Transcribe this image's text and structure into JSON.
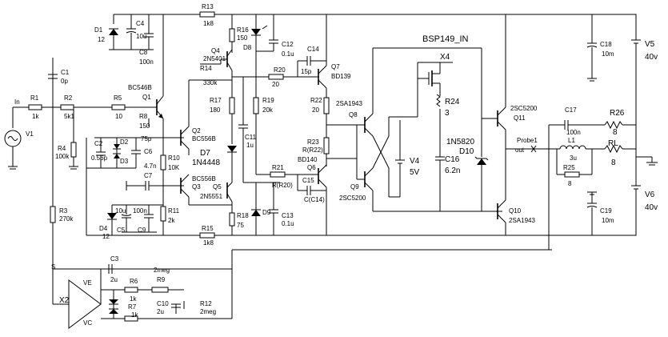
{
  "labels": {
    "in": "In",
    "v1": "V1",
    "r1": "R1",
    "r1v": "1k",
    "r2": "R2",
    "r2v": "5k1",
    "c1": "C1",
    "c1v": "0p",
    "r4": "R4",
    "r4v": "100k",
    "r3": "R3",
    "r3v": "270k",
    "r5": "R5",
    "r5v": "10",
    "q1": "Q1",
    "q1t": "BC546B",
    "d1": "D1",
    "d1v": "12",
    "c4": "C4",
    "c4v": "10u",
    "c8": "C8",
    "c8v": "100n",
    "r13": "R13",
    "r13v": "1k8",
    "r16": "R16",
    "r16v": "150",
    "d8": "D8",
    "c12": "C12",
    "c12v": "0.1u",
    "q4": "Q4",
    "q4t": "2N5401",
    "r14": "R14",
    "r14v": "330k",
    "r20": "R20",
    "r20v": "20",
    "c14": "C14",
    "c14v": "15p",
    "q7": "Q7",
    "q7t": "BD139",
    "r22": "R22",
    "r22v": "20",
    "r17": "R17",
    "r17v": "180",
    "r19": "R19",
    "r19v": "20k",
    "c11": "C11",
    "c11v": "1u",
    "d7": "D7",
    "d7t": "1N4448",
    "r8": "R8",
    "r8v": "150",
    "c2": "C2",
    "c2v": "0.56p",
    "d2": "D2",
    "d3": "D3",
    "c6": "C6",
    "c6v": "75p",
    "q2": "Q2",
    "q2t": "BC556B",
    "r10": "R10",
    "r10v": "10K",
    "c7": "C7",
    "c7v": "4.7n",
    "q3": "Q3",
    "q3t": "BC556B",
    "q5": "Q5",
    "q5t": "2N5551",
    "r21": "R21",
    "r21v": "R(R20)",
    "r23": "R23",
    "r23v": "R(R22)",
    "q6": "Q6",
    "q6t": "BD140",
    "c15": "C15",
    "c15v": "C(C14)",
    "d4": "D4",
    "d4v": "12",
    "c5": "C5",
    "c5v": "10u",
    "c9": "C9",
    "c9v": "100n",
    "r11": "R11",
    "r11v": "2k",
    "r18": "R18",
    "r18v": "75",
    "d9": "D9",
    "c13": "C13",
    "c13v": "0.1u",
    "r15": "R15",
    "r15v": "1k8",
    "q8": "Q8",
    "q8t": "2SA1943",
    "q9": "Q9",
    "q9t": "2SC5200",
    "bsp": "BSP149_IN",
    "x4": "X4",
    "r24": "R24",
    "r24v": "3",
    "v4": "V4",
    "v4v": "5V",
    "c16": "C16",
    "c16v": "6.2n",
    "d10": "D10",
    "d10t": "1N5820",
    "q11": "Q11",
    "q11t": "2SC5200",
    "q10": "Q10",
    "q10t": "2SA1943",
    "c17": "C17",
    "c17v": "100n",
    "r26": "R26",
    "r26v": "8",
    "probe": "Probe1",
    "out": "out",
    "l1": "L1",
    "l1v": "3u",
    "r25": "R25",
    "r25v": "8",
    "rl": "RL",
    "rlv": "8",
    "c18": "C18",
    "c18v": "10m",
    "c19": "C19",
    "c19v": "10m",
    "v5": "V5",
    "v5v": "40v",
    "v6": "V6",
    "v6v": "40v",
    "c3": "C3",
    "c3v": "2u",
    "r9": "R9",
    "r9v": "2meg",
    "r6": "R6",
    "r6v": "1k",
    "r7": "R7",
    "r7v": "1k",
    "c10": "C10",
    "c10v": "2u",
    "r12": "R12",
    "r12v": "2meg",
    "x2": "X2",
    "ve": "VE",
    "vc": "VC",
    "s": "S"
  }
}
